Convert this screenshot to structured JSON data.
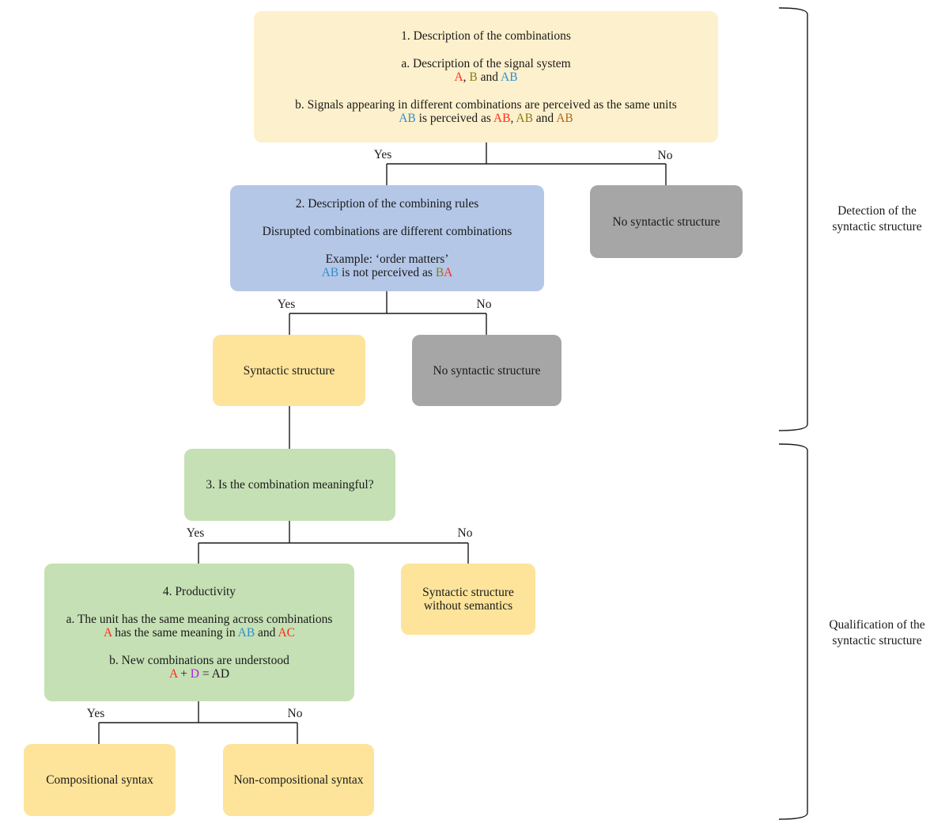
{
  "colors": {
    "red": "#ff2a1a",
    "olive": "#8a7a14",
    "blue": "#2e8fcf",
    "purple": "#b023e0",
    "brown": "#b0651c",
    "box_light_yellow": "#fdf0cc",
    "box_yellow": "#fde49a",
    "box_blue": "#b4c7e7",
    "box_grey": "#a6a6a6",
    "box_green": "#c5e0b4"
  },
  "box1": {
    "title": "1. Description of the combinations",
    "a_text": "a. Description of the signal system",
    "a_example": {
      "A": "A",
      "comma": ", ",
      "B": "B",
      "and": " and ",
      "AB": "AB"
    },
    "b_text": "b. Signals appearing in different combinations are perceived as the same units",
    "b_example": {
      "AB1": "AB",
      "mid": " is perceived as ",
      "AB2": "AB",
      "comma": ", ",
      "AB3": "AB",
      "and": " and ",
      "AB4": "AB"
    }
  },
  "box1_branches": {
    "yes": "Yes",
    "no": "No"
  },
  "box1_no_result": "No syntactic structure",
  "box2": {
    "title": "2. Description of the combining rules",
    "line": "Disrupted combinations are different combinations",
    "example_label": "Example: ‘order matters’",
    "example": {
      "AB": "AB",
      "mid": " is not perceived as ",
      "BA_B": "B",
      "BA_A": "A"
    }
  },
  "box2_branches": {
    "yes": "Yes",
    "no": "No"
  },
  "box2_yes_result": "Syntactic structure",
  "box2_no_result": "No syntactic structure",
  "box3": {
    "question": "3. Is the combination meaningful?"
  },
  "box3_branches": {
    "yes": "Yes",
    "no": "No"
  },
  "box3_no_result": {
    "line1": "Syntactic structure",
    "line2": "without semantics"
  },
  "box4": {
    "title": "4. Productivity",
    "a_text": "a. The unit has the same meaning across combinations",
    "a_example": {
      "A": "A",
      "mid": " has the same meaning in ",
      "AB": "AB",
      "and": " and ",
      "AC": "AC"
    },
    "b_text": "b. New combinations are understood",
    "b_example": {
      "A": "A",
      "plus": " + ",
      "D": "D",
      "eq": " = AD"
    }
  },
  "box4_branches": {
    "yes": "Yes",
    "no": "No"
  },
  "box4_yes_result": "Compositional syntax",
  "box4_no_result": "Non-compositional syntax",
  "bracket_top": {
    "line1": "Detection of the",
    "line2": "syntactic structure"
  },
  "bracket_bottom": {
    "line1": "Qualification of the",
    "line2": "syntactic structure"
  }
}
